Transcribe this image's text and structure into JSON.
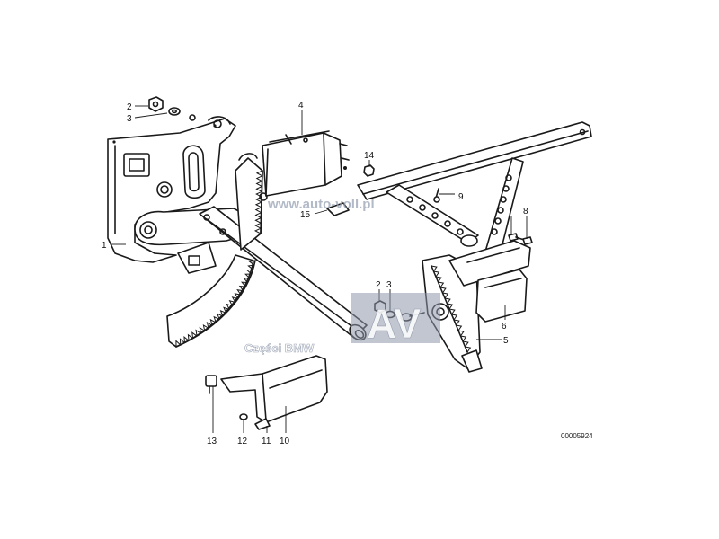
{
  "diagram": {
    "callouts": [
      "1",
      "2",
      "3",
      "4",
      "5",
      "6",
      "7",
      "8",
      "9",
      "10",
      "11",
      "12",
      "13",
      "14",
      "15",
      "2",
      "3"
    ],
    "drawing_code": "00005924"
  },
  "watermark": {
    "url": "www.auto-voll.pl",
    "label": "Części BMW",
    "logo_letters": "AV",
    "color": "#8e97aa"
  }
}
